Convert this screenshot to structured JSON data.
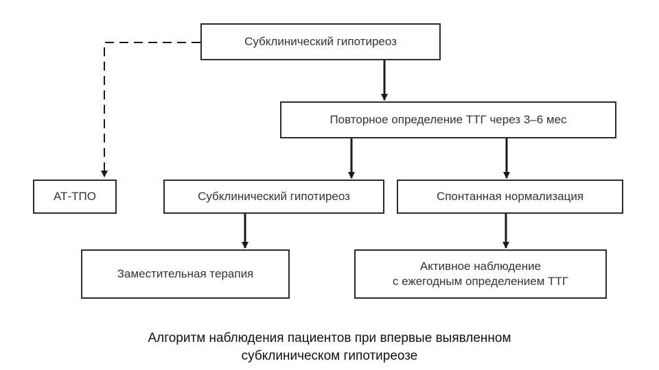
{
  "diagram": {
    "nodes": {
      "root": "Субклинический гипотиреоз",
      "repeat_tsh": "Повторное определение ТТГ через 3–6 мес",
      "at_tpo": "АТ-ТПО",
      "subclinical": "Субклинический гипотиреоз",
      "normalization": "Спонтанная нормализация",
      "replacement": "Заместительная терапия",
      "observation_line1": "Активное наблюдение",
      "observation_line2": "с ежегодным определением ТТГ"
    },
    "caption": {
      "line1": "Алгоритм наблюдения пациентов при впервые выявленном",
      "line2": "субклиническом гипотиреозе"
    },
    "colors": {
      "line": "#1a1a1a",
      "border": "#2b2b2b"
    }
  }
}
